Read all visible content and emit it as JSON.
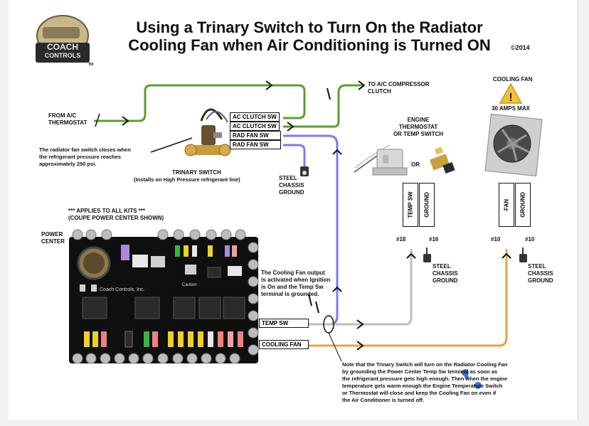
{
  "header": {
    "title_line1": "Using a Trinary Switch to Turn On the Radiator",
    "title_line2": "Cooling Fan when Air Conditioning is Turned ON",
    "copyright": "©2014",
    "logo_text_top": "COACH",
    "logo_text_bottom": "CONTROLS",
    "logo_tm": "TM"
  },
  "labels": {
    "from_thermostat": "FROM A/C\nTHERMOSTAT",
    "to_compressor": "TO A/C COMPRESSOR\nCLUTCH",
    "radiator_note": "The radiator fan switch closes when\nthe refrigerant pressure reaches\napproximately 250 psi.",
    "trinary_title": "TRINARY SWITCH",
    "trinary_sub": "(Installs on High Pressure refrigerant line)",
    "steel_ground_1": "STEEL\nCHASSIS\nGROUND",
    "engine_thermostat": "ENGINE\nTHERMOSTAT\nOR TEMP SWITCH",
    "or": "OR",
    "cooling_fan": "COOLING FAN",
    "amps_max": "30 AMPS MAX",
    "applies": "*** APPLIES TO ALL KITS ***\n(COUPE POWER CENTER SHOWN)",
    "power_center": "POWER\nCENTER",
    "pin18": "#18",
    "pin16": "#16",
    "pin10a": "#10",
    "pin10b": "#10",
    "steel_ground_2": "STEEL\nCHASSIS\nGROUND",
    "steel_ground_3": "STEEL\nCHASSIS\nGROUND",
    "cooling_output_note": "The Cooling Fan output\nis activated when Ignition\nis On and the Temp Sw\nterminal is grounded.",
    "bottom_note": "Note that the Trinary Switch will turn on the Radiator Cooling Fan\nby grounding the Power Center Temp Sw terminal as soon as\nthe refrigerant pressure gets high enough. Then when the engine\ntemperature gets warm enough the Engine Temperature Switch\nor Thermostat will close and keep the Cooling Fan on even if\nthe Air Conditioner is turned off.",
    "board_brand": "Coach Controls, Inc.",
    "board_caution": "Caution"
  },
  "terminals": {
    "ac_clutch_1": "AC CLUTCH SW",
    "ac_clutch_2": "AC CLUTCH SW",
    "rad_fan_1": "RAD FAN SW",
    "rad_fan_2": "RAD FAN SW",
    "temp_sw": "TEMP SW",
    "cooling_fan": "COOLING FAN",
    "thermo_temp_sw": "TEMP SW",
    "thermo_ground": "GROUND",
    "fan_fan": "FAN",
    "fan_ground": "GROUND"
  },
  "colors": {
    "green_wire": "#5aa02c",
    "blue_wire": "#7b7bf0",
    "gray_wire": "#bdbdbd",
    "orange_wire": "#f0a040",
    "annotation_dot": "#3a6fd6"
  }
}
